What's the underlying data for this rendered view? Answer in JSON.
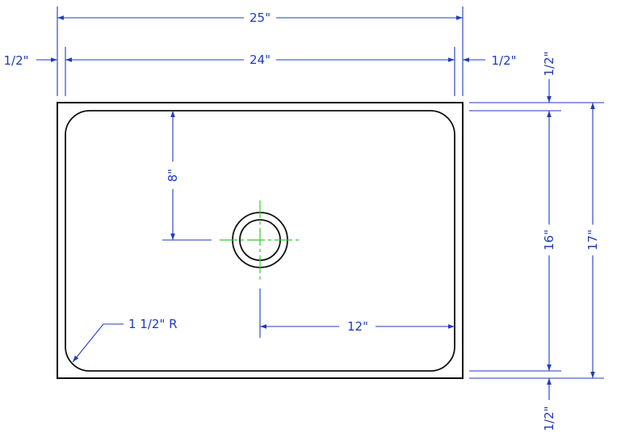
{
  "colors": {
    "outline": "#111111",
    "dimension": "#1f3bbf",
    "centerline": "#33cc33",
    "background": "#ffffff"
  },
  "dimensions": {
    "overall_width": "25\"",
    "inner_width": "24\"",
    "left_margin": "1/2\"",
    "right_margin": "1/2\"",
    "top_margin": "1/2\"",
    "bottom_margin": "1/2\"",
    "inner_height": "16\"",
    "overall_height": "17\"",
    "drain_from_top": "8\"",
    "drain_from_right": "12\"",
    "corner_radius": "1 1/2\" R"
  }
}
